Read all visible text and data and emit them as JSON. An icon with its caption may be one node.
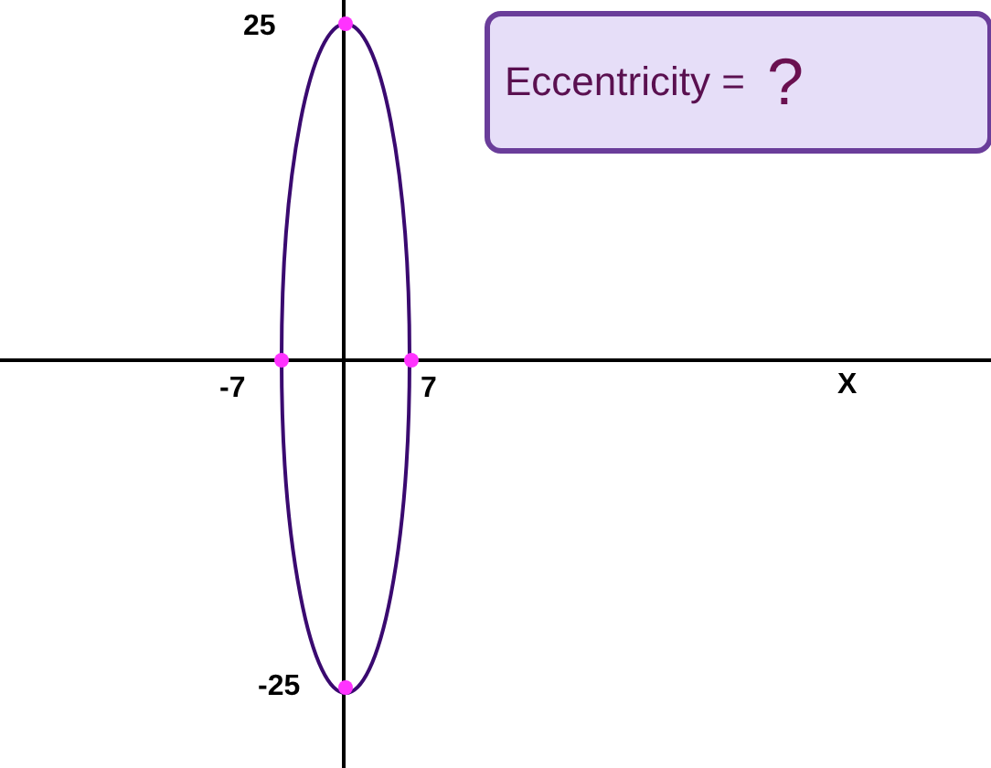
{
  "diagram": {
    "nodes": [
      {
        "text": [
          "Eccentricity =",
          "?"
        ]
      }
    ],
    "labels": [
      "25",
      "-7",
      "7",
      "X",
      "-25"
    ]
  }
}
